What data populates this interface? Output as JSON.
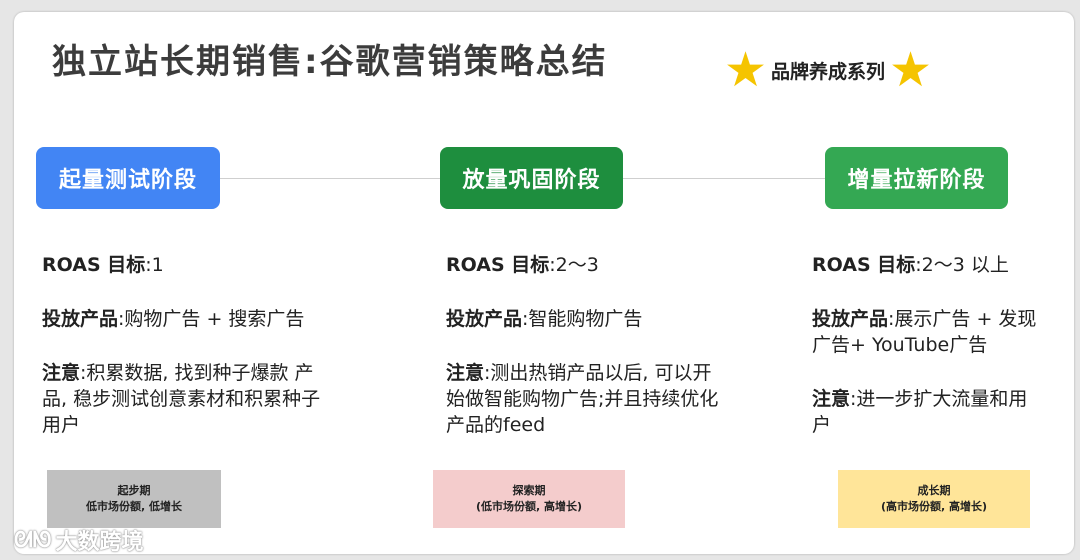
{
  "title": "独立站长期销售:谷歌营销策略总结",
  "series_tag": {
    "label": "品牌养成系列",
    "icon": "star-icon",
    "star_color": "#f5c400"
  },
  "stages": [
    {
      "name": "起量测试阶段",
      "color": "#4285f4",
      "roas_label": "ROAS 目标",
      "roas_value": ":1",
      "product_label": "投放产品",
      "product_value": ":购物广告 + 搜索广告",
      "note_label": "注意",
      "note_lines": [
        ":积累数据, 找到种子爆款 产",
        "品, 稳步测试创意素材和积累种子",
        "用户"
      ],
      "phase_title": "起步期",
      "phase_desc": "低市场份额, 低增长",
      "phase_color": "#c0c0c0"
    },
    {
      "name": "放量巩固阶段",
      "color": "#1e8e3e",
      "roas_label": "ROAS 目标",
      "roas_value": ":2～3",
      "product_label": "投放产品",
      "product_value": ":智能购物广告",
      "note_label": "注意",
      "note_lines": [
        ":测出热销产品以后, 可以开",
        "始做智能购物广告;并且持续优化",
        "产品的feed"
      ],
      "phase_title": "探索期",
      "phase_desc": "(低市场份额, 高增长)",
      "phase_color": "#f4cccc"
    },
    {
      "name": "增量拉新阶段",
      "color": "#34a853",
      "roas_label": "ROAS 目标",
      "roas_value": ":2～3 以上",
      "product_label": "投放产品",
      "product_value_lines": [
        ":展示广告 + 发现",
        "广告+ YouTube广告"
      ],
      "note_label": "注意",
      "note_lines": [
        ":进一步扩大流量和用",
        "户"
      ],
      "phase_title": "成长期",
      "phase_desc": "(高市场份额, 高增长)",
      "phase_color": "#ffe599"
    }
  ],
  "watermark": {
    "text": "大数跨境",
    "icon": "logo-icon"
  }
}
